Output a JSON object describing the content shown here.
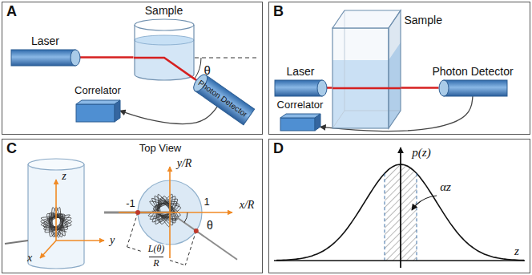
{
  "diagram": {
    "nodes": [
      {
        "text": [
          "A"
        ]
      },
      {
        "text": [
          "Laser"
        ],
        "in": 0
      },
      {
        "text": [
          "Sample"
        ],
        "in": 0
      },
      {
        "text": [
          "Photon Detector"
        ],
        "in": 0
      },
      {
        "text": [
          "Correlator"
        ],
        "in": 0
      },
      {
        "text": [
          "B"
        ]
      },
      {
        "text": [
          "Sample"
        ],
        "in": 5
      },
      {
        "text": [
          "Laser"
        ],
        "in": 5
      },
      {
        "text": [
          "Photon Detector"
        ],
        "in": 5
      },
      {
        "text": [
          "Correlator"
        ],
        "in": 5
      },
      {
        "text": [
          "C"
        ]
      },
      {
        "text": [
          "D"
        ]
      }
    ],
    "edges": [
      {
        "from": 1,
        "to": 2,
        "arrow": "none"
      },
      {
        "from": 2,
        "to": 3,
        "arrow": "none"
      },
      {
        "from": 3,
        "to": 4,
        "arrow": "to"
      },
      {
        "from": 7,
        "to": 6,
        "arrow": "none"
      },
      {
        "from": 6,
        "to": 8,
        "arrow": "none"
      },
      {
        "from": 8,
        "to": 9,
        "arrow": "to"
      }
    ],
    "labels": [
      "θ",
      "Top View",
      "z",
      "y",
      "x",
      "y/R",
      "x/R",
      "-1",
      "1",
      "L(θ)",
      "R",
      "θ",
      "p(z)",
      "αz",
      "z"
    ]
  }
}
